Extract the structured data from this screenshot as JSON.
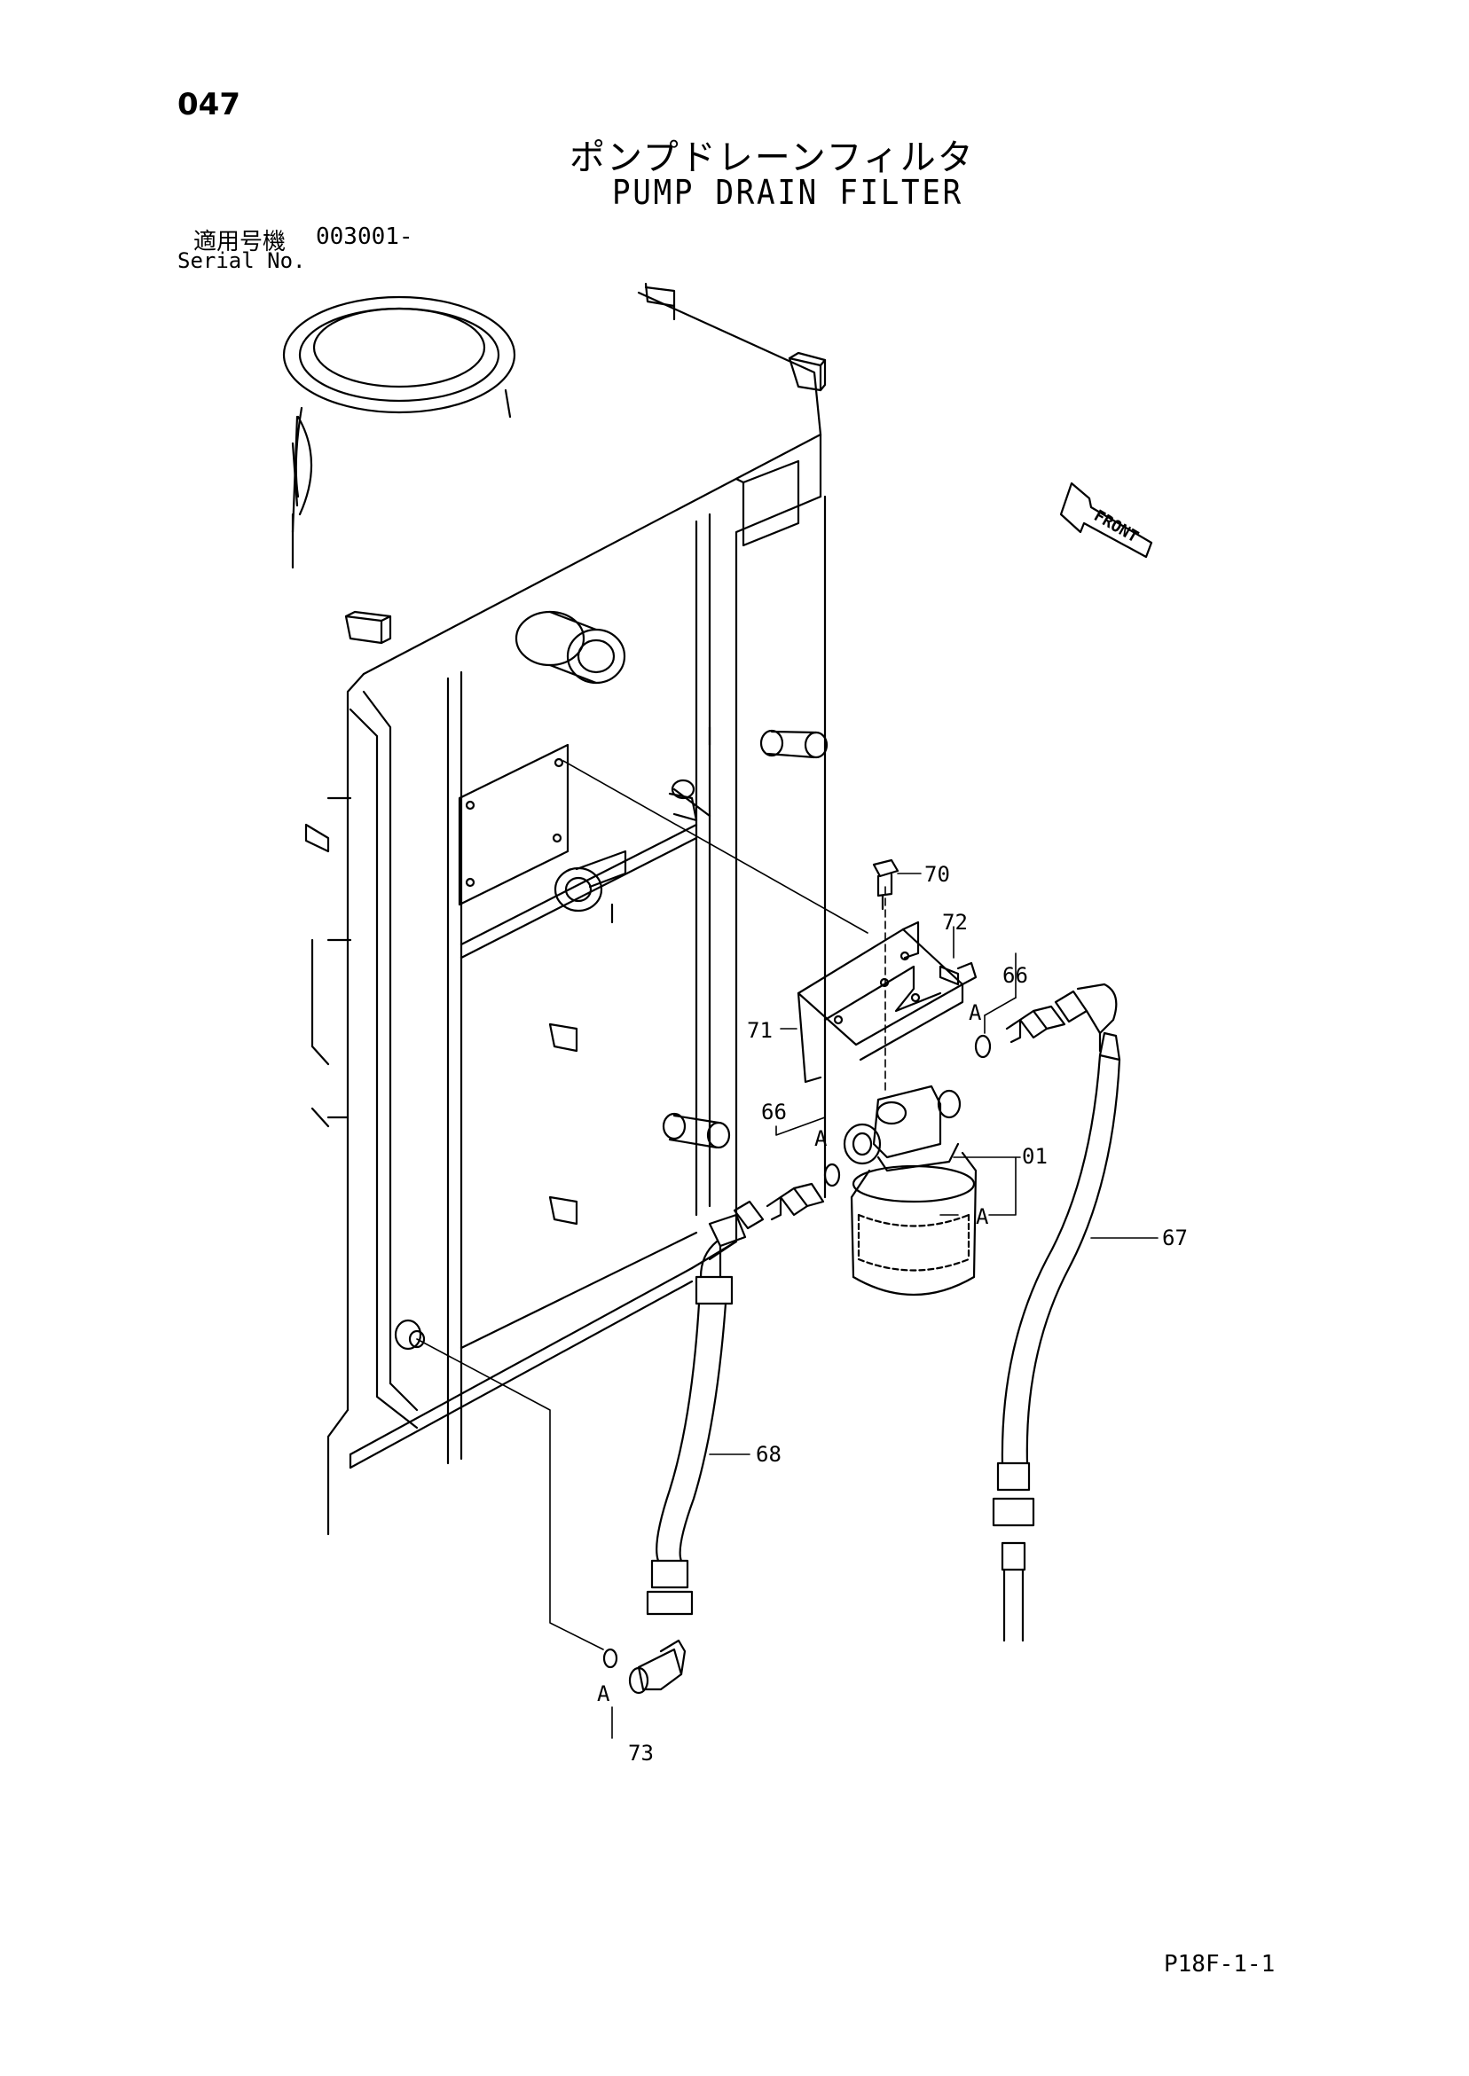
{
  "page_number": "047",
  "title_jp": "ポンプドレーンフィルタ",
  "title_en": "PUMP DRAIN FILTER",
  "serial": {
    "label_jp": "適用号機",
    "value": "003001-",
    "label_en": "Serial No."
  },
  "front_marker": "FRONT",
  "callouts": {
    "c70": "70",
    "c72": "72",
    "c66a": "66",
    "c66b": "66",
    "c71": "71",
    "c01": "01",
    "c67": "67",
    "c68": "68",
    "c73": "73",
    "a1": "A",
    "a2": "A",
    "a3": "A",
    "a4": "A"
  },
  "page_code": "P18F-1-1"
}
